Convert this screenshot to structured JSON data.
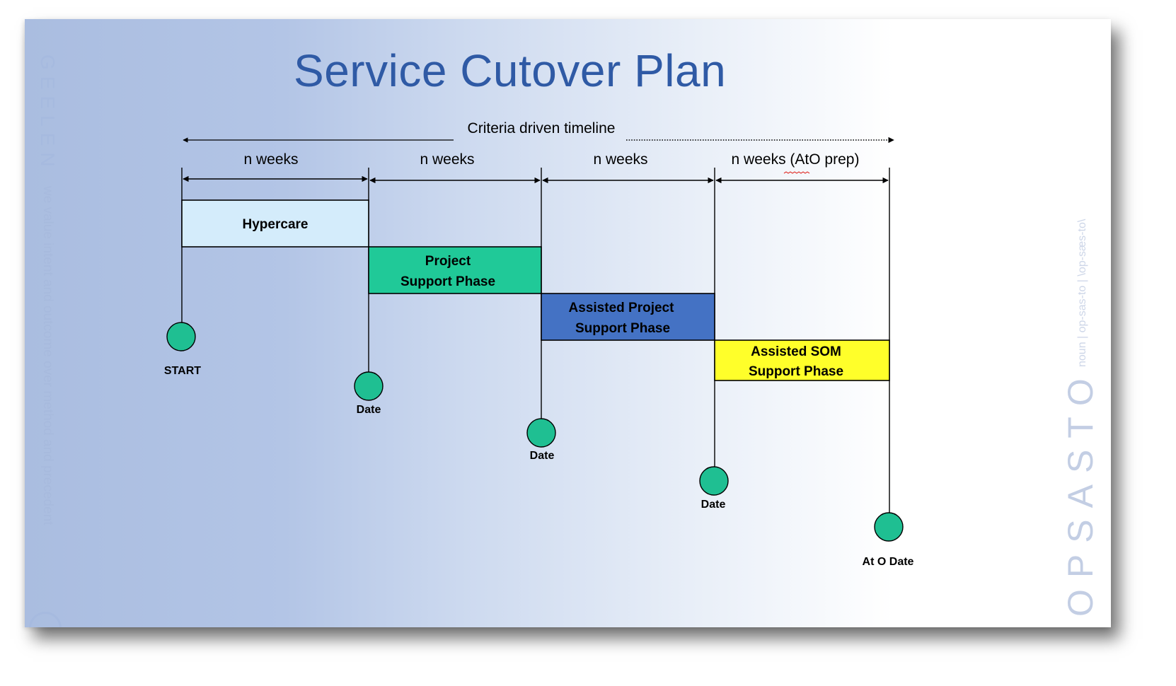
{
  "slide": {
    "title": "Service Cutover Plan",
    "left_brand": "GEELEN",
    "left_tagline": "we value intent and outcome over method and precedent",
    "right_brand": "OPSASTO",
    "right_tagline": "noun | op-sas-to | \\op-sæs-to\\"
  },
  "timeline": {
    "label": "Criteria driven timeline"
  },
  "intervals": [
    {
      "label": "n weeks"
    },
    {
      "label": "n weeks"
    },
    {
      "label": "n weeks"
    },
    {
      "label": "n weeks (AtO prep)"
    }
  ],
  "phases": [
    {
      "line1": "Hypercare",
      "line2": "",
      "color": "#d4ecfb"
    },
    {
      "line1": "Project",
      "line2": "Support Phase",
      "color": "#20c998"
    },
    {
      "line1": "Assisted Project",
      "line2": "Support Phase",
      "color": "#4472c4"
    },
    {
      "line1": "Assisted SOM",
      "line2": "Support Phase",
      "color": "#ffff2a"
    }
  ],
  "milestones": [
    {
      "label": "START"
    },
    {
      "label": "Date"
    },
    {
      "label": "Date"
    },
    {
      "label": "Date"
    },
    {
      "label": "At O Date"
    }
  ],
  "colors": {
    "milestone": "#1fbf92",
    "title": "#2f5aa5"
  }
}
